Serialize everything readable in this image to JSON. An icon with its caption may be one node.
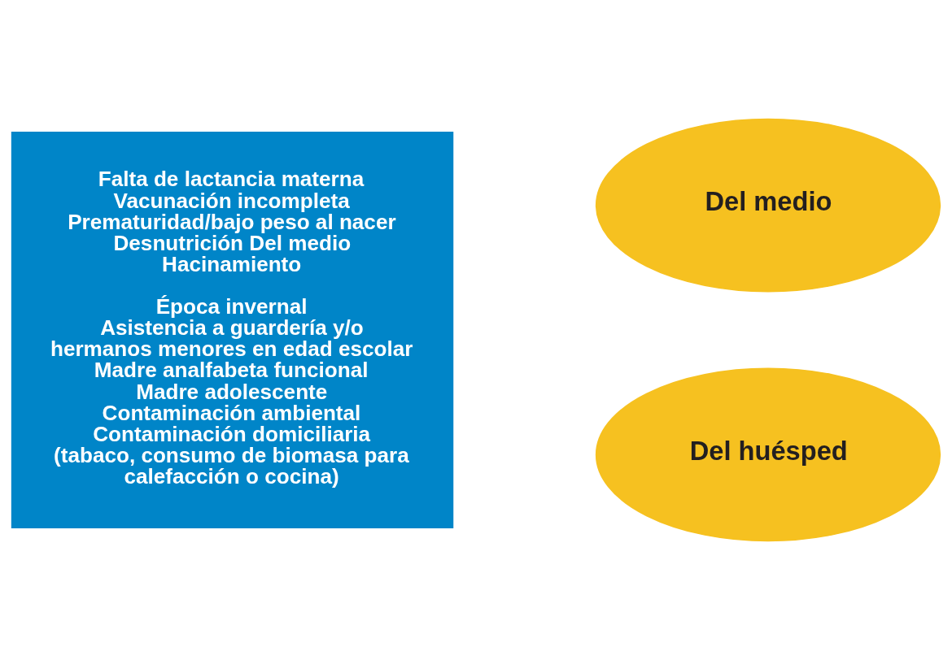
{
  "diagram": {
    "nodes": [
      {
        "text": [
          "Falta de lactancia materna",
          "Vacunación incompleta",
          "Prematuridad/bajo peso al nacer",
          "Desnutrición Del medio",
          "Hacinamiento",
          "Época invernal",
          "Asistencia a guardería y/o hermanos menores en edad escolar",
          "Madre analfabeta funcional",
          "Madre adolescente",
          "Contaminación ambiental",
          "Contaminación domiciliaria (tabaco, consumo de biomasa para calefacción o cocina)"
        ]
      },
      {
        "text": [
          "Del medio"
        ]
      },
      {
        "text": [
          "Del huésped"
        ]
      }
    ]
  }
}
